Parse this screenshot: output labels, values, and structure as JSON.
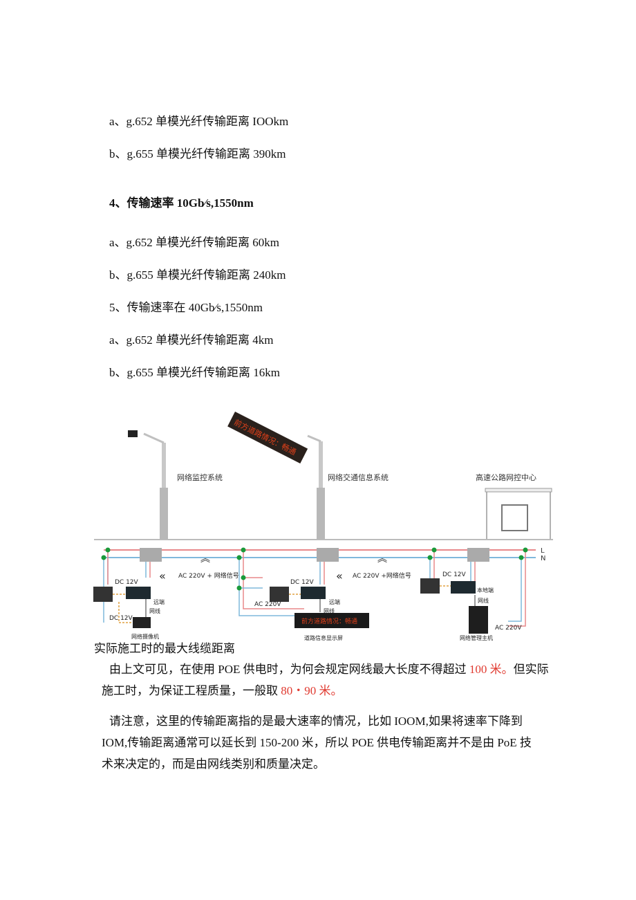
{
  "lines": [
    "a、g.652 单模光纤传输距离 IOOkm",
    "b、g.655 单模光纤传输距离 390km"
  ],
  "section4": {
    "prefix": "4、传输速率 ",
    "bold": "10Gb⁄s,1550nm"
  },
  "lines4": [
    "a、g.652 单模光纤传输距离 60km",
    "b、g.655 单模光纤传输距离 240km"
  ],
  "section5": "5、传输速率在 40Gb⁄s,1550nm",
  "lines5": [
    "a、g.652 单模光纤传输距离 4km",
    "b、g.655 单模光纤传输距离 16km"
  ],
  "diagram": {
    "sign_text": "前方道路情况：畅通",
    "label_monitor": "网络监控系统",
    "label_traffic": "网络交通信息系统",
    "label_center": "高速公路网控中心",
    "line_L": "L",
    "line_N": "N",
    "signal1": "AC 220V + 网络信号",
    "signal2": "AC 220V +网络信号",
    "dc12v": "DC 12V",
    "ac220v": "AC 220V",
    "remote": "远端",
    "local": "本地端",
    "cable": "网线",
    "camera": "网络摄像机",
    "display": "道路信息显示屏",
    "host": "网络管理主机",
    "colors": {
      "live": "#e8888a",
      "neutral": "#7fb8dc",
      "node": "#1a9a3a",
      "led": "#e0401a"
    }
  },
  "caption": "实际施工时的最大线缆距离",
  "para1": {
    "l1a": "由上文可见，在使用 POE 供电时，为何会规定网线最大长度不得超过 ",
    "l1red": "100 米。",
    "l1b": "但实际",
    "l2a": "施工时，为保证工程质量，一般取 ",
    "l2red": "80・90 米。"
  },
  "para2": [
    "请注意，这里的传输距离指的是最大速率的情况，比如 IOOM,如果将速率下降到",
    "IOM,传输距离通常可以延长到 150-200 米，所以 POE 供电传输距离并不是由 PoE 技",
    "术来决定的，而是由网线类别和质量决定。"
  ]
}
